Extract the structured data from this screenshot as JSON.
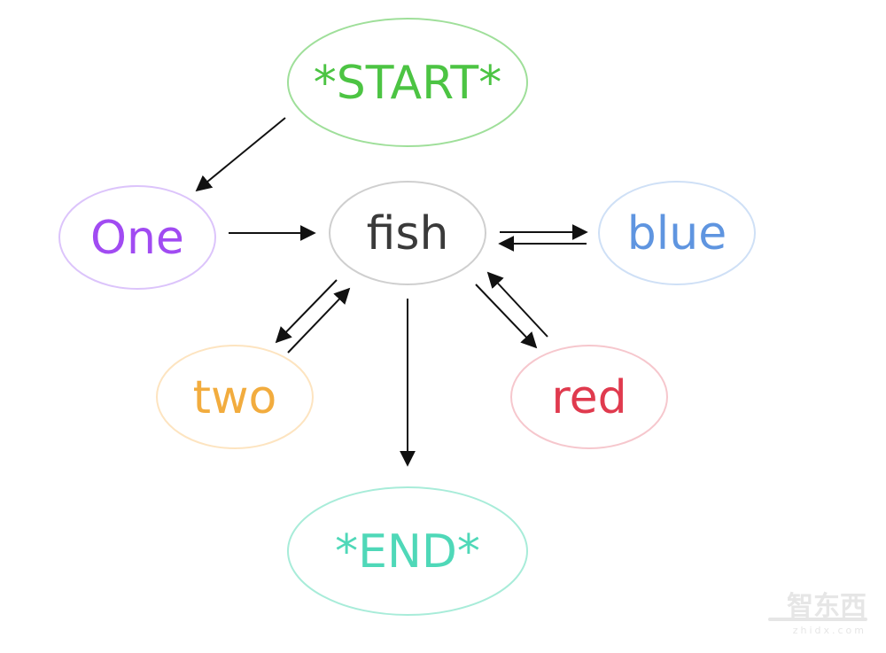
{
  "diagram": {
    "nodes": [
      {
        "id": "start",
        "label": "*START*",
        "color": "#4cc443",
        "border": "#9fdf9a"
      },
      {
        "id": "one",
        "label": "One",
        "color": "#a14bf2",
        "border": "#dcc4fb"
      },
      {
        "id": "fish",
        "label": "fish",
        "color": "#3a3a3a",
        "border": "#cfcfcf"
      },
      {
        "id": "blue",
        "label": "blue",
        "color": "#5f95e0",
        "border": "#cfe0f6"
      },
      {
        "id": "two",
        "label": "two",
        "color": "#f2ac3e",
        "border": "#fde4c0"
      },
      {
        "id": "red",
        "label": "red",
        "color": "#e03a4e",
        "border": "#f6c7cd"
      },
      {
        "id": "end",
        "label": "*END*",
        "color": "#4fd8b8",
        "border": "#a8ecd9"
      }
    ],
    "edges": [
      {
        "from": "start",
        "to": "one"
      },
      {
        "from": "one",
        "to": "fish"
      },
      {
        "from": "fish",
        "to": "blue"
      },
      {
        "from": "blue",
        "to": "fish"
      },
      {
        "from": "fish",
        "to": "two"
      },
      {
        "from": "two",
        "to": "fish"
      },
      {
        "from": "fish",
        "to": "red"
      },
      {
        "from": "red",
        "to": "fish"
      },
      {
        "from": "fish",
        "to": "end"
      }
    ]
  },
  "watermark": {
    "text": "智东西",
    "subtext": "zhidx.com",
    "color": "#e6e6e6"
  }
}
